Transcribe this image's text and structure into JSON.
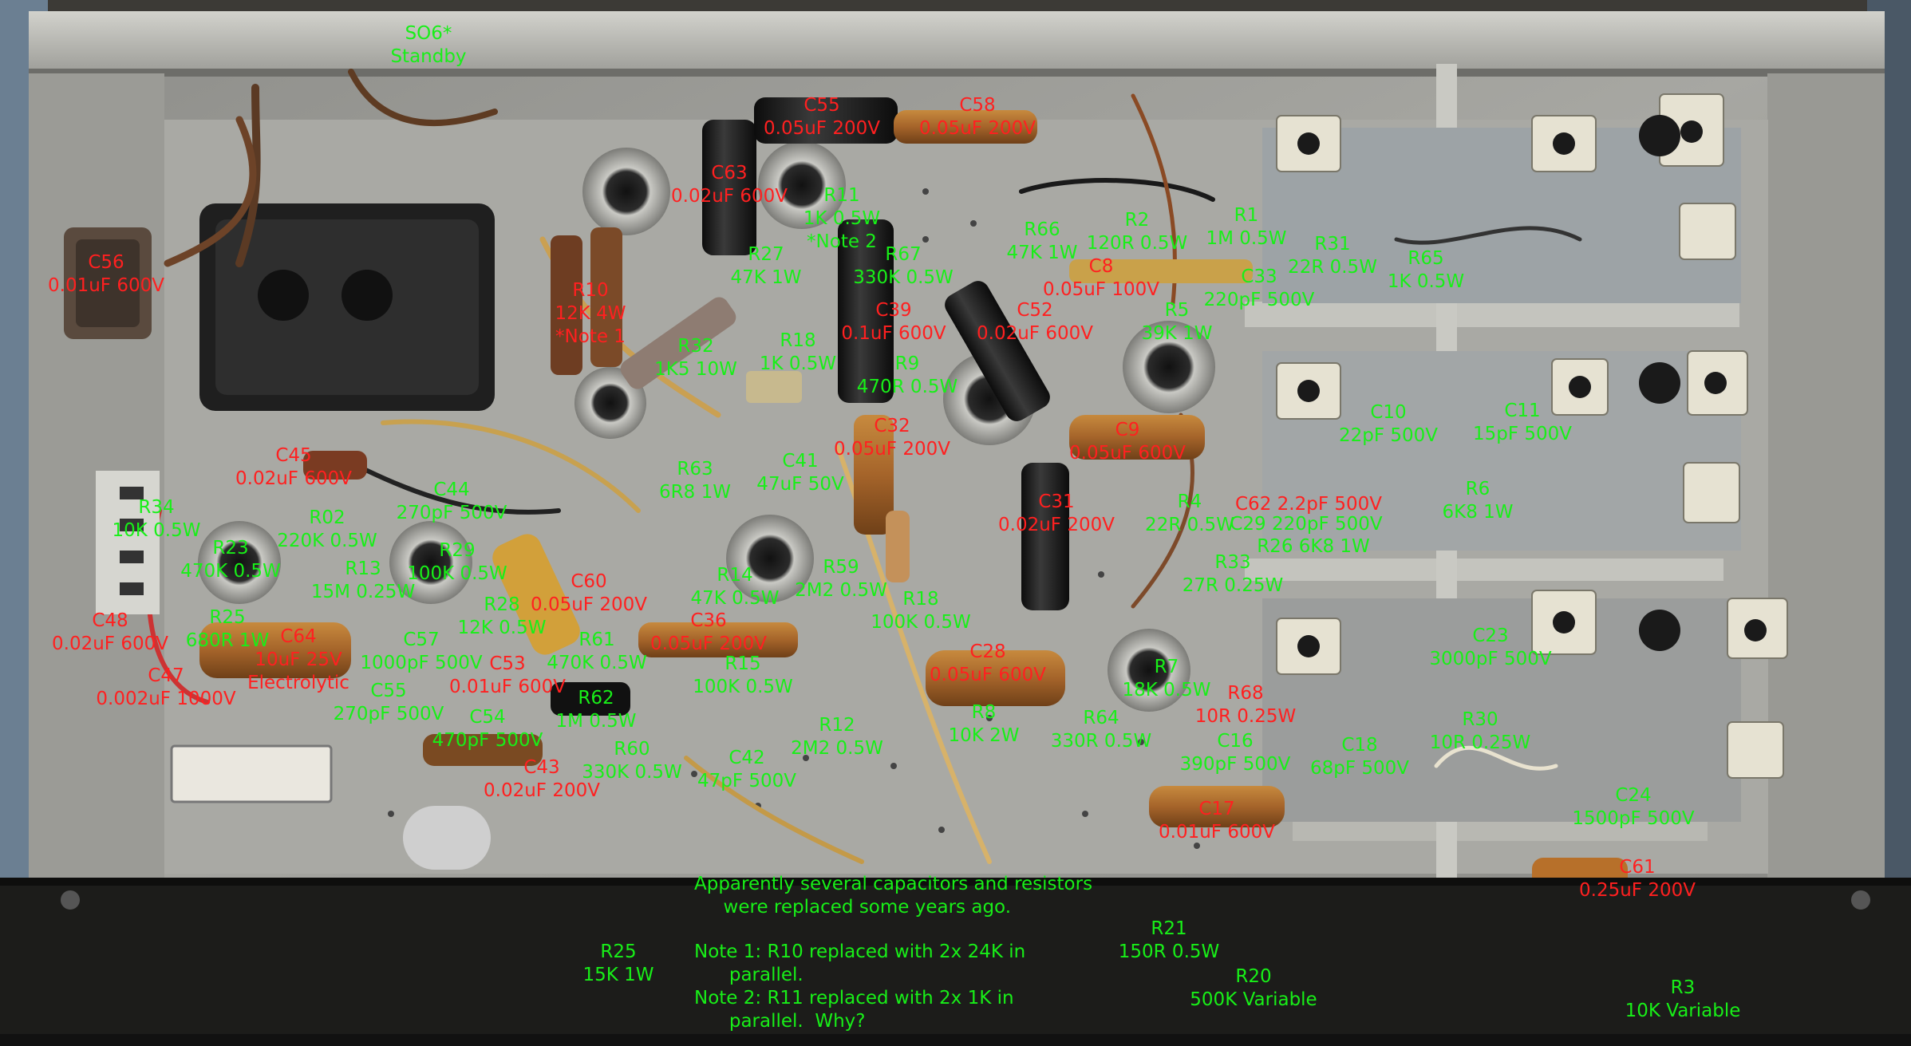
{
  "colors": {
    "resistor_label": "#18ef18",
    "capacitor_label": "#ff2020",
    "chassis": "#9c9c98",
    "front_panel": "#1c1c1a"
  },
  "labels": {
    "so6": "SO6*\nStandby",
    "c56": "C56\n0.01uF 600V",
    "c55b": "C55\n0.05uF 200V",
    "c58": "C58\n0.05uF 200V",
    "c63": "C63\n0.02uF 600V",
    "r11": "R11\n1K 0.5W\n*Note 2",
    "r27": "R27\n47K 1W",
    "r67": "R67\n330K 0.5W",
    "r66": "R66\n47K 1W",
    "r2": "R2\n120R 0.5W",
    "r1": "R1\n1M 0.5W",
    "c8": "C8\n0.05uF 100V",
    "r31": "R31\n22R 0.5W",
    "r65": "R65\n1K 0.5W",
    "c33": "C33\n220pF 500V",
    "r10": "R10\n12K 4W\n*Note 1",
    "c39": "C39\n0.1uF 600V",
    "c52": "C52\n0.02uF 600V",
    "r5": "R5\n39K 1W",
    "r32": "R32\n1K5 10W",
    "r18": "R18\n1K 0.5W",
    "r9": "R9\n470R 0.5W",
    "c10": "C10\n22pF 500V",
    "c11": "C11\n15pF 500V",
    "c32": "C32\n0.05uF 200V",
    "c9": "C9\n0.05uF 600V",
    "c45": "C45\n0.02uF 600V",
    "c44": "C44\n270pF 500V",
    "r63": "R63\n6R8 1W",
    "c41": "C41\n47uF 50V",
    "r34": "R34\n10K 0.5W",
    "r23": "R23\n470K 0.5W",
    "r02": "R02\n220K 0.5W",
    "r13": "R13\n15M 0.25W",
    "r29": "R29\n100K 0.5W",
    "c31": "C31\n0.02uF 200V",
    "r4": "R4\n22R 0.5W",
    "c62": "C62 2.2pF 500V",
    "c29": "C29 220pF 500V",
    "r26": "R26 6K8 1W",
    "r6": "R6\n6K8 1W",
    "c60": "C60\n0.05uF 200V",
    "r14": "R14\n47K 0.5W",
    "r59": "R59\n2M2 0.5W",
    "r33": "R33\n27R 0.25W",
    "c48": "C48\n0.02uF 600V",
    "r25b": "R25\n680R 1W",
    "c64": "C64\n10uF 25V\nElectrolytic",
    "r28": "R28\n12K 0.5W",
    "r18b": "R18\n100K 0.5W",
    "c47": "C47\n0.002uF 1000V",
    "c57": "C57\n1000pF 500V",
    "c53": "C53\n0.01uF 600V",
    "r61": "R61\n470K 0.5W",
    "c36": "C36\n0.05uF 200V",
    "c28": "C28\n0.05uF 600V",
    "r7": "R7\n18K 0.5W",
    "c23": "C23\n3000pF 500V",
    "c55": "C55\n270pF 500V",
    "r15": "R15\n100K 0.5W",
    "c54": "C54\n470pF 500V",
    "r62": "R62\n1M 0.5W",
    "r12": "R12\n2M2 0.5W",
    "r8": "R8\n10K 2W",
    "r64": "R64\n330R 0.5W",
    "r68": "R68\n10R 0.25W",
    "r30": "R30\n10R 0.25W",
    "c16": "C16\n390pF 500V",
    "c18": "C18\n68pF 500V",
    "c43": "C43\n0.02uF 200V",
    "r60": "R60\n330K 0.5W",
    "c42": "C42\n47pF 500V",
    "c24": "C24\n1500pF 500V",
    "c17": "C17\n0.01uF 600V",
    "c61": "C61\n0.25uF 200V",
    "note_main": "Apparently several capacitors and resistors\n     were replaced some years ago.",
    "r21": "R21\n150R 0.5W",
    "r25": "R25\n15K 1W",
    "notes": "Note 1: R10 replaced with 2x 24K in\n      parallel.\nNote 2: R11 replaced with 2x 1K in\n      parallel.  Why?",
    "r20": "R20\n500K Variable",
    "r3": "R3\n10K Variable"
  }
}
